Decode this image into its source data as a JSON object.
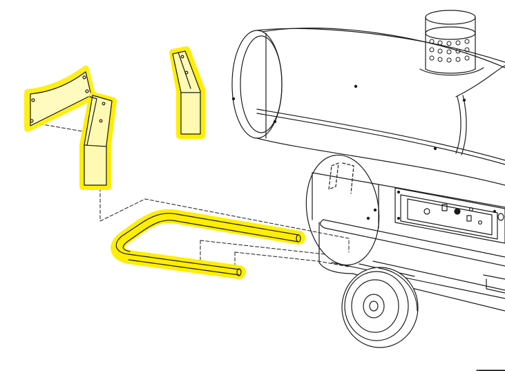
{
  "diagram": {
    "highlight_color": "#ffee00",
    "line_color": "#1a1a1a",
    "background": "#ffffff",
    "parts": [
      {
        "name": "side-bracket-plate",
        "highlighted": true
      },
      {
        "name": "left-upright-support",
        "highlighted": true
      },
      {
        "name": "right-upright-support",
        "highlighted": true
      },
      {
        "name": "u-shaped-handle-tube",
        "highlighted": true
      },
      {
        "name": "heater-cylinder-body",
        "highlighted": false
      },
      {
        "name": "exhaust-chimney",
        "highlighted": false
      },
      {
        "name": "control-panel",
        "highlighted": false
      },
      {
        "name": "base-frame",
        "highlighted": false
      },
      {
        "name": "wheel",
        "highlighted": false
      },
      {
        "name": "detail-magnifier-circle",
        "highlighted": false
      }
    ]
  }
}
